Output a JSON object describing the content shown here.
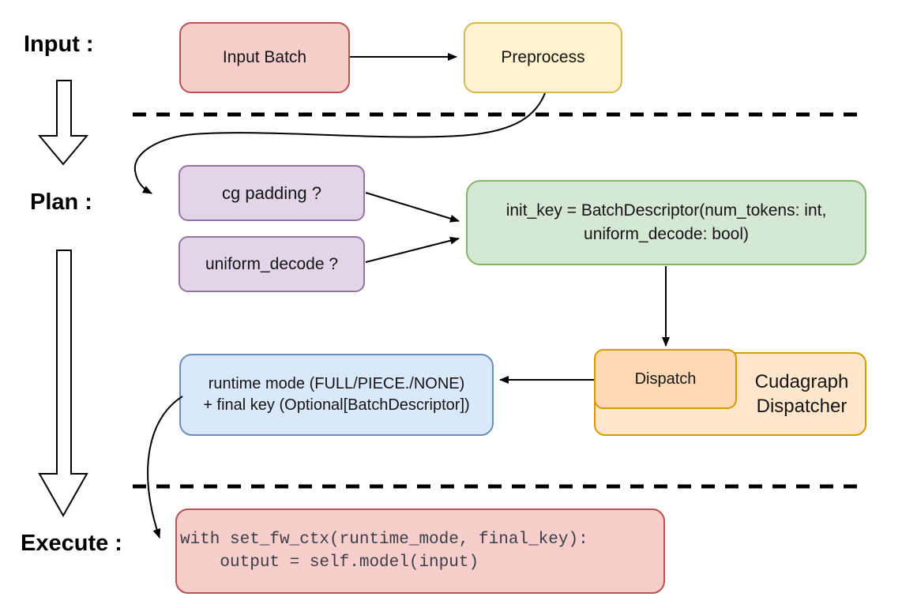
{
  "labels": {
    "input": "Input :",
    "plan": "Plan :",
    "execute": "Execute :"
  },
  "nodes": {
    "input_batch": {
      "label": "Input Batch",
      "fill": "#f8cecc",
      "stroke": "#b85450"
    },
    "preprocess": {
      "label": "Preprocess",
      "fill": "#fff2cc",
      "stroke": "#d6b656"
    },
    "cg_padding": {
      "label": "cg padding ?",
      "fill": "#e1d5e7",
      "stroke": "#9673a6"
    },
    "uniform_decode": {
      "label": "uniform_decode ?",
      "fill": "#e1d5e7",
      "stroke": "#9673a6"
    },
    "init_key": {
      "lines": [
        "init_key = BatchDescriptor(num_tokens: int,",
        "uniform_decode: bool)"
      ],
      "fill": "#d5e8d4",
      "stroke": "#82b366"
    },
    "dispatch": {
      "label": "Dispatch",
      "fill": "#ffd9b3",
      "stroke": "#d79b00"
    },
    "cudagraph_dispatcher": {
      "label": "Cudagraph Dispatcher",
      "fill": "#ffe6cc",
      "stroke": "#d79b00"
    },
    "runtime_mode": {
      "lines": [
        "runtime mode (FULL/PIECE./NONE)",
        "+ final key (Optional[BatchDescriptor])"
      ],
      "fill": "#dae8fc",
      "stroke": "#6c8ebf"
    },
    "execute_code": {
      "lines": [
        "with set_fw_ctx(runtime_mode, final_key):",
        "    output = self.model(input)"
      ],
      "fill": "#f8cecc",
      "stroke": "#b85450"
    }
  },
  "connectors": [
    {
      "from": "input_batch",
      "to": "preprocess",
      "style": "straight-arrow"
    },
    {
      "from": "preprocess",
      "to": "cg_padding",
      "style": "curved-arrow"
    },
    {
      "from": "cg_padding",
      "to": "init_key",
      "style": "straight-arrow"
    },
    {
      "from": "uniform_decode",
      "to": "init_key",
      "style": "straight-arrow"
    },
    {
      "from": "init_key",
      "to": "dispatch",
      "style": "straight-arrow"
    },
    {
      "from": "dispatch",
      "to": "runtime_mode",
      "style": "straight-arrow"
    },
    {
      "from": "runtime_mode",
      "to": "execute_code",
      "style": "curved-arrow"
    }
  ],
  "separators": [
    {
      "name": "input-plan-divider",
      "style": "dashed"
    },
    {
      "name": "plan-execute-divider",
      "style": "dashed"
    }
  ],
  "colors": {
    "connector": "#000000",
    "red_fill": "#f8cecc",
    "red_stroke": "#b85450",
    "yellow_fill": "#fff2cc",
    "yellow_stroke": "#d6b656",
    "purple_fill": "#e1d5e7",
    "purple_stroke": "#9673a6",
    "green_fill": "#d5e8d4",
    "green_stroke": "#82b366",
    "orange_fill": "#ffe6cc",
    "orange_inner_fill": "#ffd9b3",
    "orange_stroke": "#d79b00",
    "blue_fill": "#dae8fc",
    "blue_stroke": "#6c8ebf"
  }
}
